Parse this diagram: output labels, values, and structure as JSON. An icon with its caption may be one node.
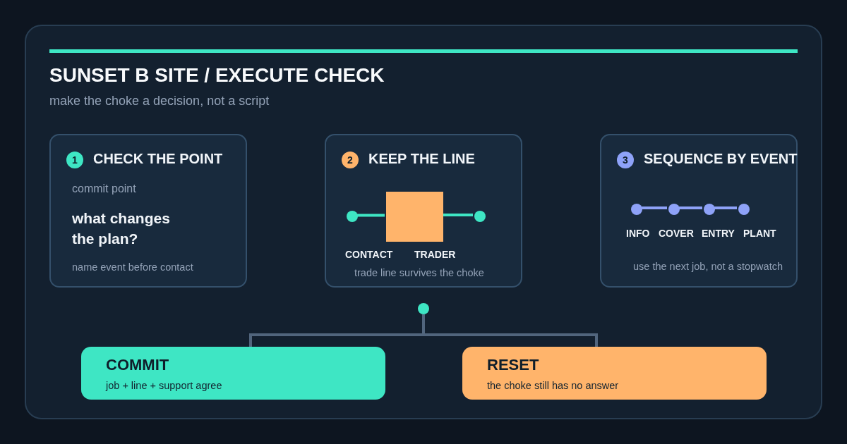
{
  "diagram": {
    "title": "SUNSET B SITE / EXECUTE CHECK",
    "nodes": [
      {
        "text": [
          "CHECK THE POINT",
          "commit point",
          "what changes the plan?",
          "name event before contact"
        ]
      },
      {
        "text": [
          "1"
        ],
        "in": 0
      },
      {
        "text": [
          "KEEP THE LINE",
          "trade line survives the choke"
        ]
      },
      {
        "text": [
          "2"
        ],
        "in": 2
      },
      {
        "text": [],
        "shape": "circle",
        "in": 2
      },
      {
        "text": [],
        "shape": "box",
        "in": 2
      },
      {
        "text": [],
        "shape": "circle",
        "in": 2
      },
      {
        "text": [
          "SEQUENCE BY EVENT",
          "use the next job, not a stopwatch"
        ]
      },
      {
        "text": [
          "3"
        ],
        "in": 7
      },
      {
        "text": [],
        "shape": "circle",
        "in": 7,
        "beside": [
          "INFO"
        ]
      },
      {
        "text": [],
        "shape": "circle",
        "in": 7,
        "beside": [
          "COVER"
        ]
      },
      {
        "text": [],
        "shape": "circle",
        "in": 7,
        "beside": [
          "ENTRY"
        ]
      },
      {
        "text": [],
        "shape": "circle",
        "in": 7,
        "beside": [
          "PLANT"
        ]
      },
      {
        "text": [],
        "shape": "circle"
      },
      {
        "text": [
          "COMMIT",
          "job + line + support agree"
        ]
      },
      {
        "text": [
          "RESET",
          "the choke still has no answer"
        ]
      }
    ],
    "edges": [
      {
        "from": 4,
        "to": 5,
        "arrow": "none",
        "color": "#3ee6c4"
      },
      {
        "from": 5,
        "to": 6,
        "arrow": "none",
        "color": "#3ee6c4"
      },
      {
        "from": 9,
        "to": 10,
        "arrow": "none"
      },
      {
        "from": 10,
        "to": 11,
        "arrow": "none"
      },
      {
        "from": 11,
        "to": 12,
        "arrow": "none"
      },
      {
        "from": 13,
        "to": 14,
        "arrow": "none",
        "color": "#51657d"
      },
      {
        "from": 13,
        "to": 15,
        "arrow": "none",
        "color": "#51657d"
      }
    ],
    "labels": [
      "make the choke a decision, not a script",
      "CONTACT",
      "TRADER"
    ]
  }
}
